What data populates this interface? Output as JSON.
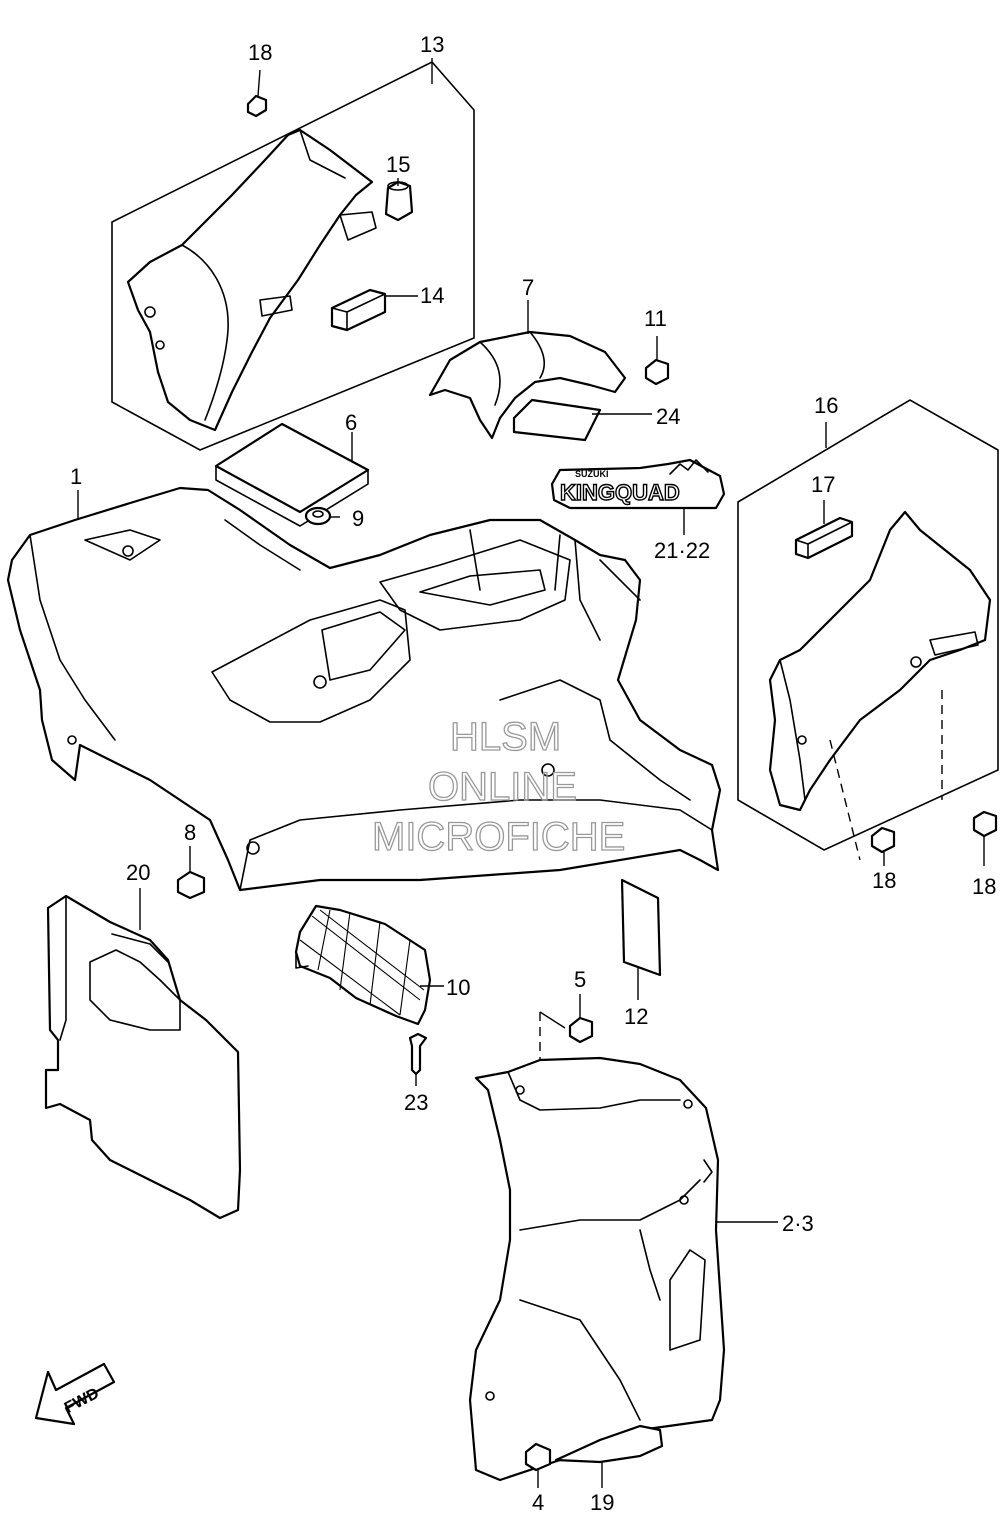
{
  "callouts": {
    "c1": "1",
    "c2_3": "2·3",
    "c4": "4",
    "c5": "5",
    "c6": "6",
    "c7": "7",
    "c8": "8",
    "c9": "9",
    "c10": "10",
    "c11": "11",
    "c12": "12",
    "c13": "13",
    "c14": "14",
    "c15": "15",
    "c16": "16",
    "c17": "17",
    "c18_a": "18",
    "c18_b": "18",
    "c18_c": "18",
    "c19": "19",
    "c20": "20",
    "c21_22": "21·22",
    "c23": "23",
    "c24": "24"
  },
  "decal": {
    "brand_small": "SUZUKI",
    "model": "KINGQUAD"
  },
  "fwd_arrow": {
    "label": "FWD"
  },
  "watermark": {
    "line1": "HLSM",
    "line2": "ONLINE",
    "line3": "MICROFICHE"
  }
}
